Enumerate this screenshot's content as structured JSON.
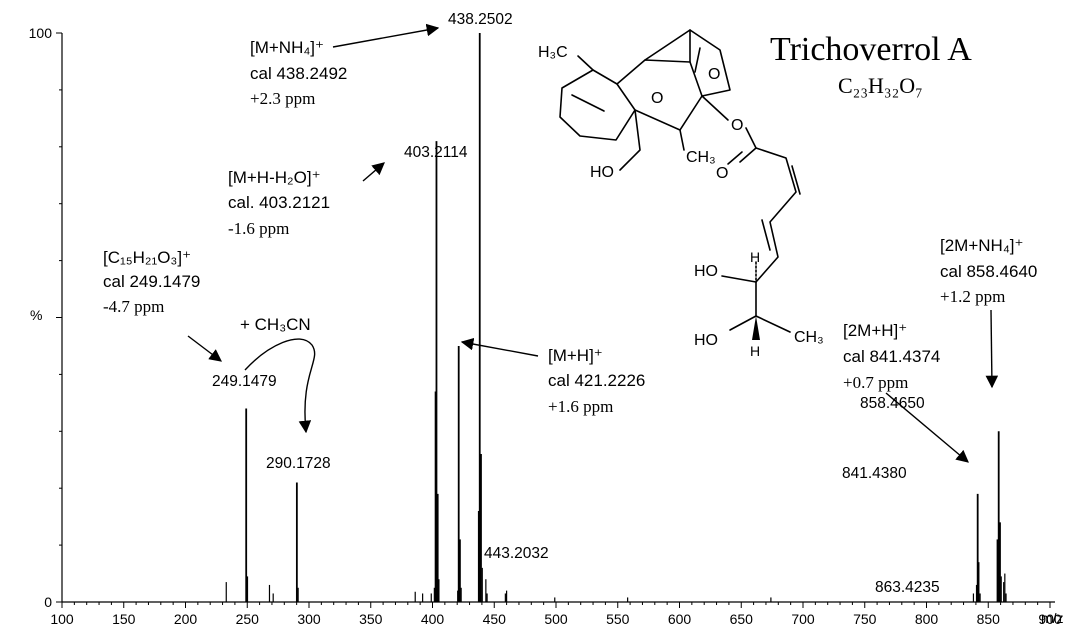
{
  "chart_data": {
    "type": "bar",
    "title": "Trichoverrol A",
    "formula": "C₂₃H₃₂O₇",
    "xlabel": "m/z",
    "ylabel": "%",
    "xlim": [
      100,
      900
    ],
    "ylim": [
      0,
      100
    ],
    "x_ticks": [
      100,
      150,
      200,
      250,
      300,
      350,
      400,
      450,
      500,
      550,
      600,
      650,
      700,
      750,
      800,
      850,
      900
    ],
    "y_ticks": [
      0,
      100
    ],
    "peaks": [
      {
        "mz": 233.0,
        "intensity": 3.5
      },
      {
        "mz": 249.1479,
        "intensity": 34.0,
        "label": "249.1479"
      },
      {
        "mz": 250.2,
        "intensity": 4.5
      },
      {
        "mz": 268.0,
        "intensity": 3.0
      },
      {
        "mz": 271.0,
        "intensity": 1.5
      },
      {
        "mz": 290.1728,
        "intensity": 21.0,
        "label": "290.1728"
      },
      {
        "mz": 291.2,
        "intensity": 2.5
      },
      {
        "mz": 386.0,
        "intensity": 1.8
      },
      {
        "mz": 392.0,
        "intensity": 1.5
      },
      {
        "mz": 399.0,
        "intensity": 1.5
      },
      {
        "mz": 401.5,
        "intensity": 2.5
      },
      {
        "mz": 402.5,
        "intensity": 37.0
      },
      {
        "mz": 403.2114,
        "intensity": 81.0,
        "label": "403.2114"
      },
      {
        "mz": 404.2,
        "intensity": 19.0
      },
      {
        "mz": 405.2,
        "intensity": 4.0
      },
      {
        "mz": 420.4,
        "intensity": 2.0
      },
      {
        "mz": 421.2226,
        "intensity": 45.0
      },
      {
        "mz": 422.2,
        "intensity": 11.0
      },
      {
        "mz": 423.2,
        "intensity": 2.5
      },
      {
        "mz": 437.5,
        "intensity": 16.0
      },
      {
        "mz": 438.2502,
        "intensity": 100.0,
        "label": "438.2502"
      },
      {
        "mz": 439.25,
        "intensity": 26.0
      },
      {
        "mz": 440.3,
        "intensity": 6.0
      },
      {
        "mz": 443.2032,
        "intensity": 4.0,
        "label": "443.2032"
      },
      {
        "mz": 444.2,
        "intensity": 1.5
      },
      {
        "mz": 459.0,
        "intensity": 1.5
      },
      {
        "mz": 460.0,
        "intensity": 2.0
      },
      {
        "mz": 499.0,
        "intensity": 0.8
      },
      {
        "mz": 558.0,
        "intensity": 0.8
      },
      {
        "mz": 674.0,
        "intensity": 0.8
      },
      {
        "mz": 838.0,
        "intensity": 1.5
      },
      {
        "mz": 840.5,
        "intensity": 3.0
      },
      {
        "mz": 841.438,
        "intensity": 19.0,
        "label": "841.4380"
      },
      {
        "mz": 842.4,
        "intensity": 7.0
      },
      {
        "mz": 843.4,
        "intensity": 1.5
      },
      {
        "mz": 857.5,
        "intensity": 11.0
      },
      {
        "mz": 858.465,
        "intensity": 30.0,
        "label": "858.4650"
      },
      {
        "mz": 859.5,
        "intensity": 14.0
      },
      {
        "mz": 860.5,
        "intensity": 4.5
      },
      {
        "mz": 862.5,
        "intensity": 3.5
      },
      {
        "mz": 863.4235,
        "intensity": 5.0,
        "label": "863.4235"
      },
      {
        "mz": 864.4,
        "intensity": 1.5
      }
    ],
    "annotations": {
      "mnh4": [
        "[M+NH₄]⁺",
        "cal 438.2492",
        "+2.3 ppm"
      ],
      "mhh2o": [
        "[M+H-H₂O]⁺",
        "cal. 403.2121",
        "-1.6 ppm"
      ],
      "c15": [
        "[C₁₅H₂₁O₃]⁺",
        "cal 249.1479",
        "-4.7 ppm"
      ],
      "ch3cn": "+ CH₃CN",
      "mh": [
        "[M+H]⁺",
        "cal 421.2226",
        "+1.6 ppm"
      ],
      "twomh": [
        "[2M+H]⁺",
        "cal 841.4374",
        "+0.7 ppm"
      ],
      "twomnh4": [
        "[2M+NH₄]⁺",
        "cal 858.4640",
        "+1.2 ppm"
      ]
    },
    "structure_labels": {
      "h3c": "H₃C",
      "o_top": "O",
      "o_epox": "O",
      "ch3_mid": "CH₃",
      "ho_left": "HO",
      "o_ester": "O",
      "o_carbonyl": "O",
      "ho_chain": "HO",
      "h_up": "H",
      "ho_chain2": "HO",
      "h_down": "H",
      "ch3_end": "CH₃"
    }
  }
}
